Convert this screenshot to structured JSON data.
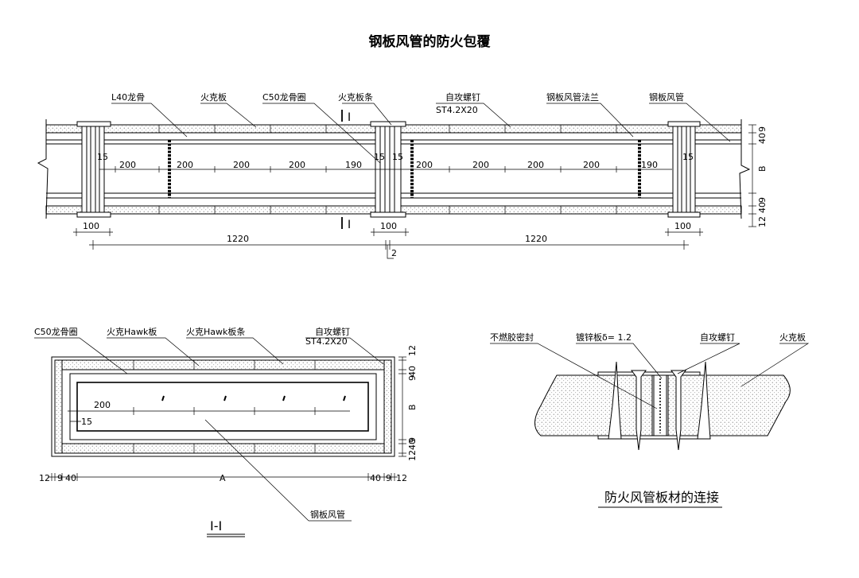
{
  "title": "钢板风管的防火包覆",
  "elevation": {
    "labels": {
      "l40": "L40龙骨",
      "board": "火克板",
      "c50ring": "C50龙骨圈",
      "strip": "火克板条",
      "screw": "自攻螺钉",
      "screw_spec": "ST4.2X20",
      "flange": "钢板风管法兰",
      "duct": "钢板风管"
    },
    "section_mark": "I",
    "spacings": [
      "15",
      "200",
      "200",
      "200",
      "200",
      "190",
      "15",
      "15",
      "200",
      "200",
      "200",
      "200",
      "190",
      "15"
    ],
    "right_dims": [
      "40",
      "9",
      "B",
      "9",
      "40",
      "12"
    ],
    "bottom": {
      "seg_left": "100",
      "seg_mid": "100",
      "seg_right": "100",
      "len_left": "1220",
      "len_right": "1220",
      "gap": "2"
    }
  },
  "section": {
    "labels": {
      "c50ring": "C50龙骨圈",
      "hawk_board": "火克Hawk板",
      "hawk_strip": "火克Hawk板条",
      "screw": "自攻螺钉",
      "screw_spec": "ST4.2X20",
      "duct": "钢板风管"
    },
    "inner_dims": {
      "spacing": "200",
      "edge": "15"
    },
    "right_dims": [
      "12",
      "40",
      "9",
      "B",
      "9",
      "40",
      "12"
    ],
    "bottom_dims": [
      "12",
      "9",
      "40",
      "A",
      "40",
      "9",
      "12"
    ],
    "caption": "I-I"
  },
  "joint": {
    "labels": {
      "sealant": "不燃胶密封",
      "plate": "镀锌板δ= 1.2",
      "screw": "自攻螺钉",
      "board": "火克板"
    },
    "caption": "防火风管板材的连接"
  }
}
